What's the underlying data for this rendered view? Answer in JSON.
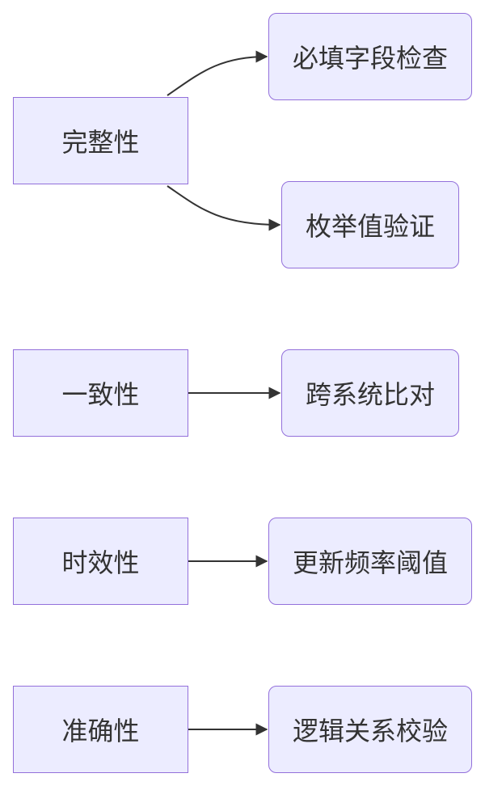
{
  "nodes": {
    "completeness": "完整性",
    "required_fields": "必填字段检查",
    "enum_validation": "枚举值验证",
    "consistency": "一致性",
    "cross_system": "跨系统比对",
    "timeliness": "时效性",
    "update_threshold": "更新频率阈值",
    "accuracy": "准确性",
    "logic_check": "逻辑关系校验"
  },
  "colors": {
    "node_fill": "#ececff",
    "node_border": "#9370db",
    "text": "#333333",
    "edge": "#333333"
  }
}
